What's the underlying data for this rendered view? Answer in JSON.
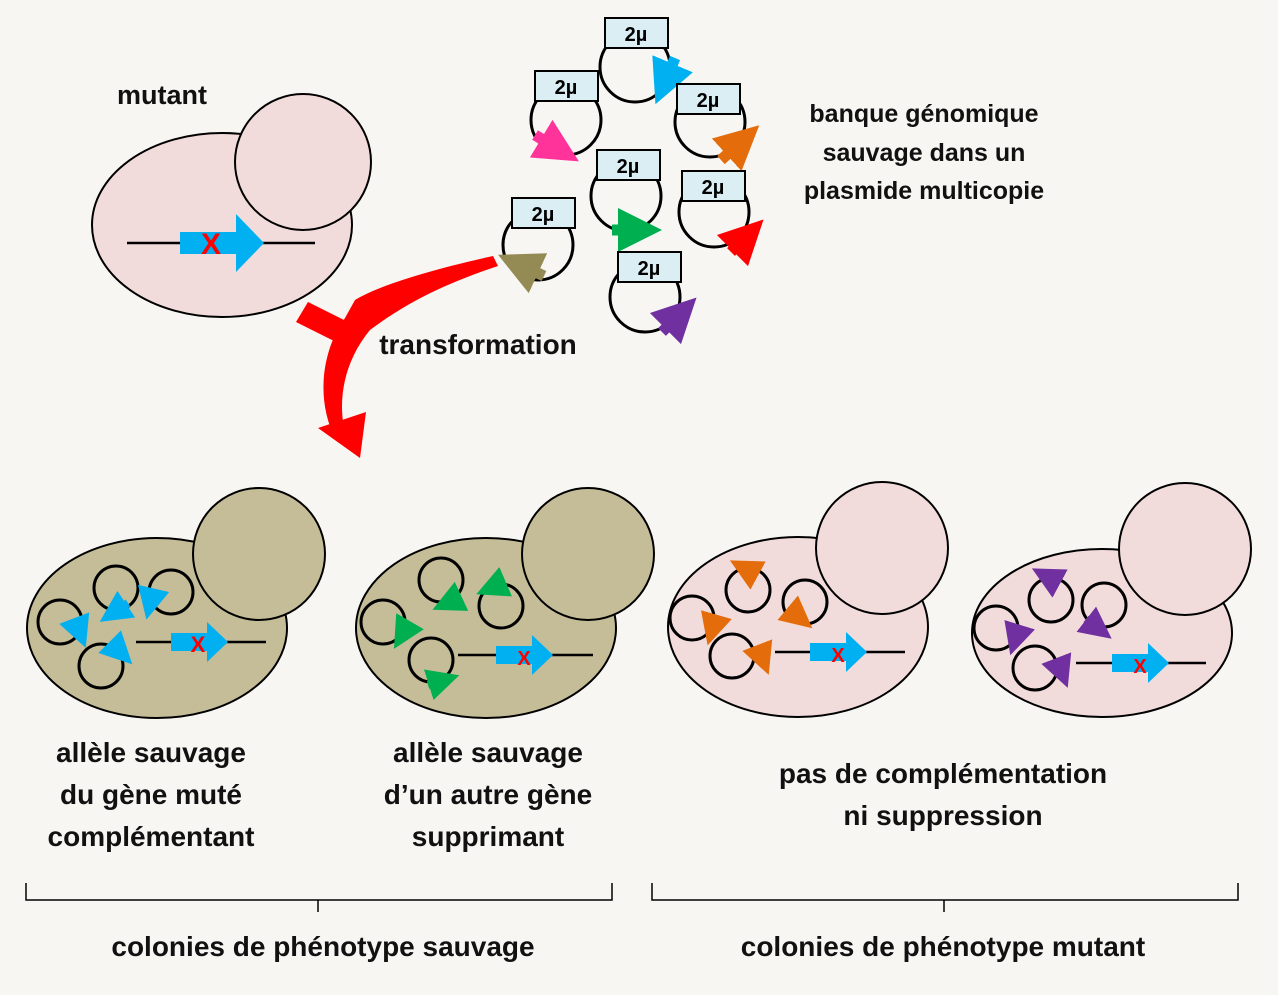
{
  "labels": {
    "mutant": "mutant",
    "library_line1": "banque génomique",
    "library_line2": "sauvage dans un",
    "library_line3": "plasmide multicopie",
    "transformation": "transformation",
    "cell1_line1": "allèle sauvage",
    "cell1_line2": "du gène muté",
    "cell1_line3": "complémentant",
    "cell2_line1": "allèle sauvage",
    "cell2_line2": "d’un autre gène",
    "cell2_line3": "supprimant",
    "no_comp_line1": "pas de complémentation",
    "no_comp_line2": "ni suppression",
    "group_wild": "colonies de phénotype sauvage",
    "group_mutant": "colonies de phénotype mutant"
  },
  "plasmid_label": "2µ",
  "mutation_mark": "X",
  "colors": {
    "background": "#f7f6f3",
    "mutant_cell": "#f2dcdb",
    "wild_cell": "#c4bd97",
    "gene_arrow": "#00b0f0",
    "mutation": "#ff0000",
    "plasmid_box": "#dbeef4",
    "transformation_arrow": "#ff0000",
    "insert_blue": "#00b0f0",
    "insert_pink": "#ff3399",
    "insert_orange": "#e46c0a",
    "insert_green": "#00b050",
    "insert_red": "#ff0000",
    "insert_olive": "#948a54",
    "insert_purple": "#7030a0"
  }
}
